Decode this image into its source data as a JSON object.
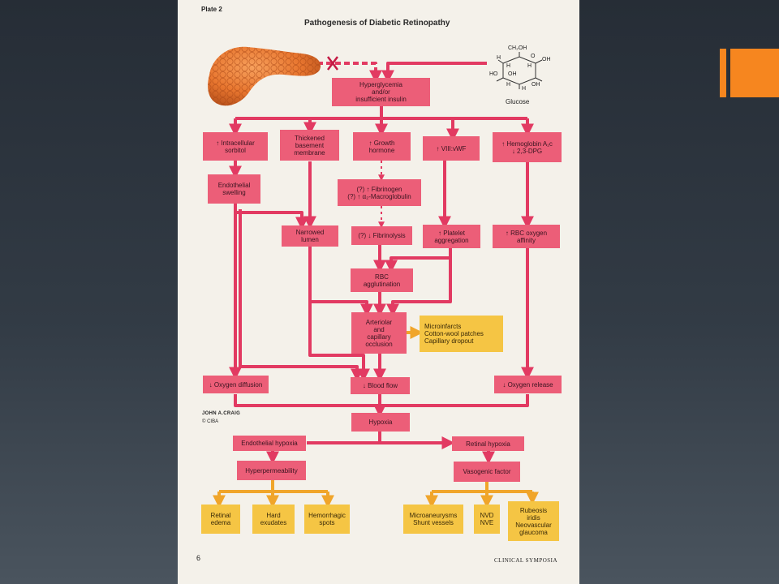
{
  "page": {
    "plate_label": "Plate 2",
    "title": "Pathogenesis of Diabetic Retinopathy",
    "page_number": "6",
    "journal": "CLINICAL SYMPOSIA",
    "signature": "JOHN A.CRAIG",
    "copyright": "© CIBA"
  },
  "glucose": {
    "label": "Glucose",
    "ch2oh": "CH₂OH",
    "ring_o": "O",
    "h1": "H",
    "h2": "H",
    "h3": "H",
    "h4": "H",
    "h5": "H",
    "oh1": "OH",
    "oh2": "OH",
    "oh3": "OH",
    "ho": "HO"
  },
  "boxes": {
    "hyperglycemia": "Hyperglycemia\nand/or\ninsufficient insulin",
    "sorbitol": "↑ Intracellular\nsorbitol",
    "basement": "Thickened\nbasement\nmembrane",
    "growth": "↑ Growth\nhormone",
    "viii": "↑ VIII:vWF",
    "hemoglobin": "↑ Hemoglobin A₁c\n↓ 2,3-DPG",
    "endo_swelling": "Endothelial\nswelling",
    "fibrinogen": "(?) ↑ Fibrinogen\n(?) ↑ α₂-Macroglobulin",
    "narrowed": "Narrowed\nlumen",
    "fibrinolysis": "(?) ↓ Fibrinolysis",
    "platelet": "↑ Platelet\naggregation",
    "rbc_affinity": "↑ RBC oxygen\naffinity",
    "rbc_agglut": "RBC\nagglutination",
    "arteriolar": "Arteriolar\nand\ncapillary\nocclusion",
    "microinfarcts": "Microinfarcts\nCotton-wool patches\nCapillary dropout",
    "oxygen_diffusion": "↓ Oxygen diffusion",
    "blood_flow": "↓ Blood flow",
    "oxygen_release": "↓ Oxygen release",
    "hypoxia": "Hypoxia",
    "endo_hypoxia": "Endothelial hypoxia",
    "retinal_hypoxia": "Retinal hypoxia",
    "hyperpermeability": "Hyperpermeability",
    "vasogenic": "Vasogenic factor",
    "retinal_edema": "Retinal\nedema",
    "hard_exudates": "Hard\nexudates",
    "hemorrhagic": "Hemorrhagic\nspots",
    "microaneurysms": "Microaneurysms\nShunt vessels",
    "nvd": "NVD\nNVE",
    "rubeosis": "Rubeosis\niridis\nNeovascular\nglaucoma"
  },
  "colors": {
    "pink_box": "#ec5e78",
    "pink_arrow": "#e23a62",
    "yellow_box": "#f5c544",
    "yellow_arrow": "#f0a52a",
    "orange_accent": "#f6861f",
    "page_bg": "#f4f1ea"
  },
  "icons": {
    "pancreas": "pancreas-illustration",
    "accent": "orange-square-accent"
  }
}
